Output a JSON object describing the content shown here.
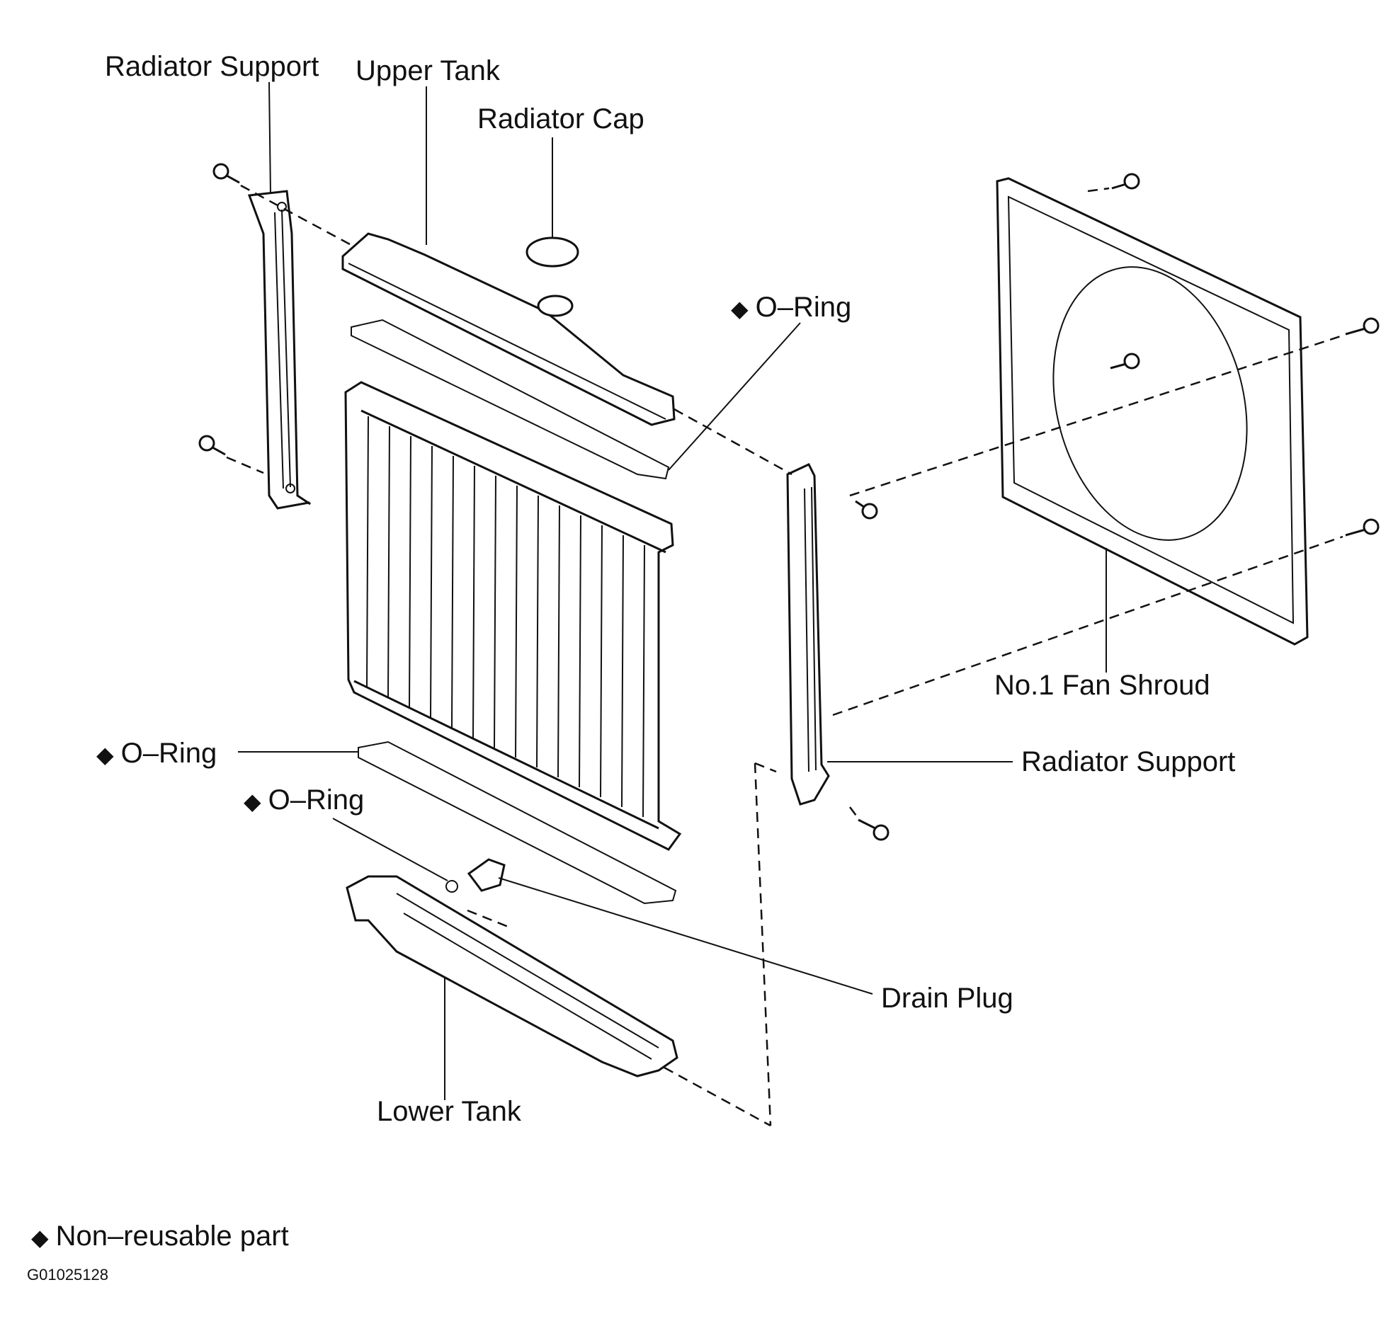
{
  "labels": {
    "radiator_support_left": "Radiator Support",
    "upper_tank": "Upper Tank",
    "radiator_cap": "Radiator Cap",
    "o_ring_upper": "O–Ring",
    "o_ring_lower": "O–Ring",
    "o_ring_drain": "O–Ring",
    "fan_shroud": "No.1 Fan Shroud",
    "radiator_support_right": "Radiator Support",
    "drain_plug": "Drain Plug",
    "lower_tank": "Lower Tank"
  },
  "marker_symbol": "◆",
  "legend": {
    "symbol": "◆",
    "text": "Non–reusable part"
  },
  "figure_code": "G01025128"
}
